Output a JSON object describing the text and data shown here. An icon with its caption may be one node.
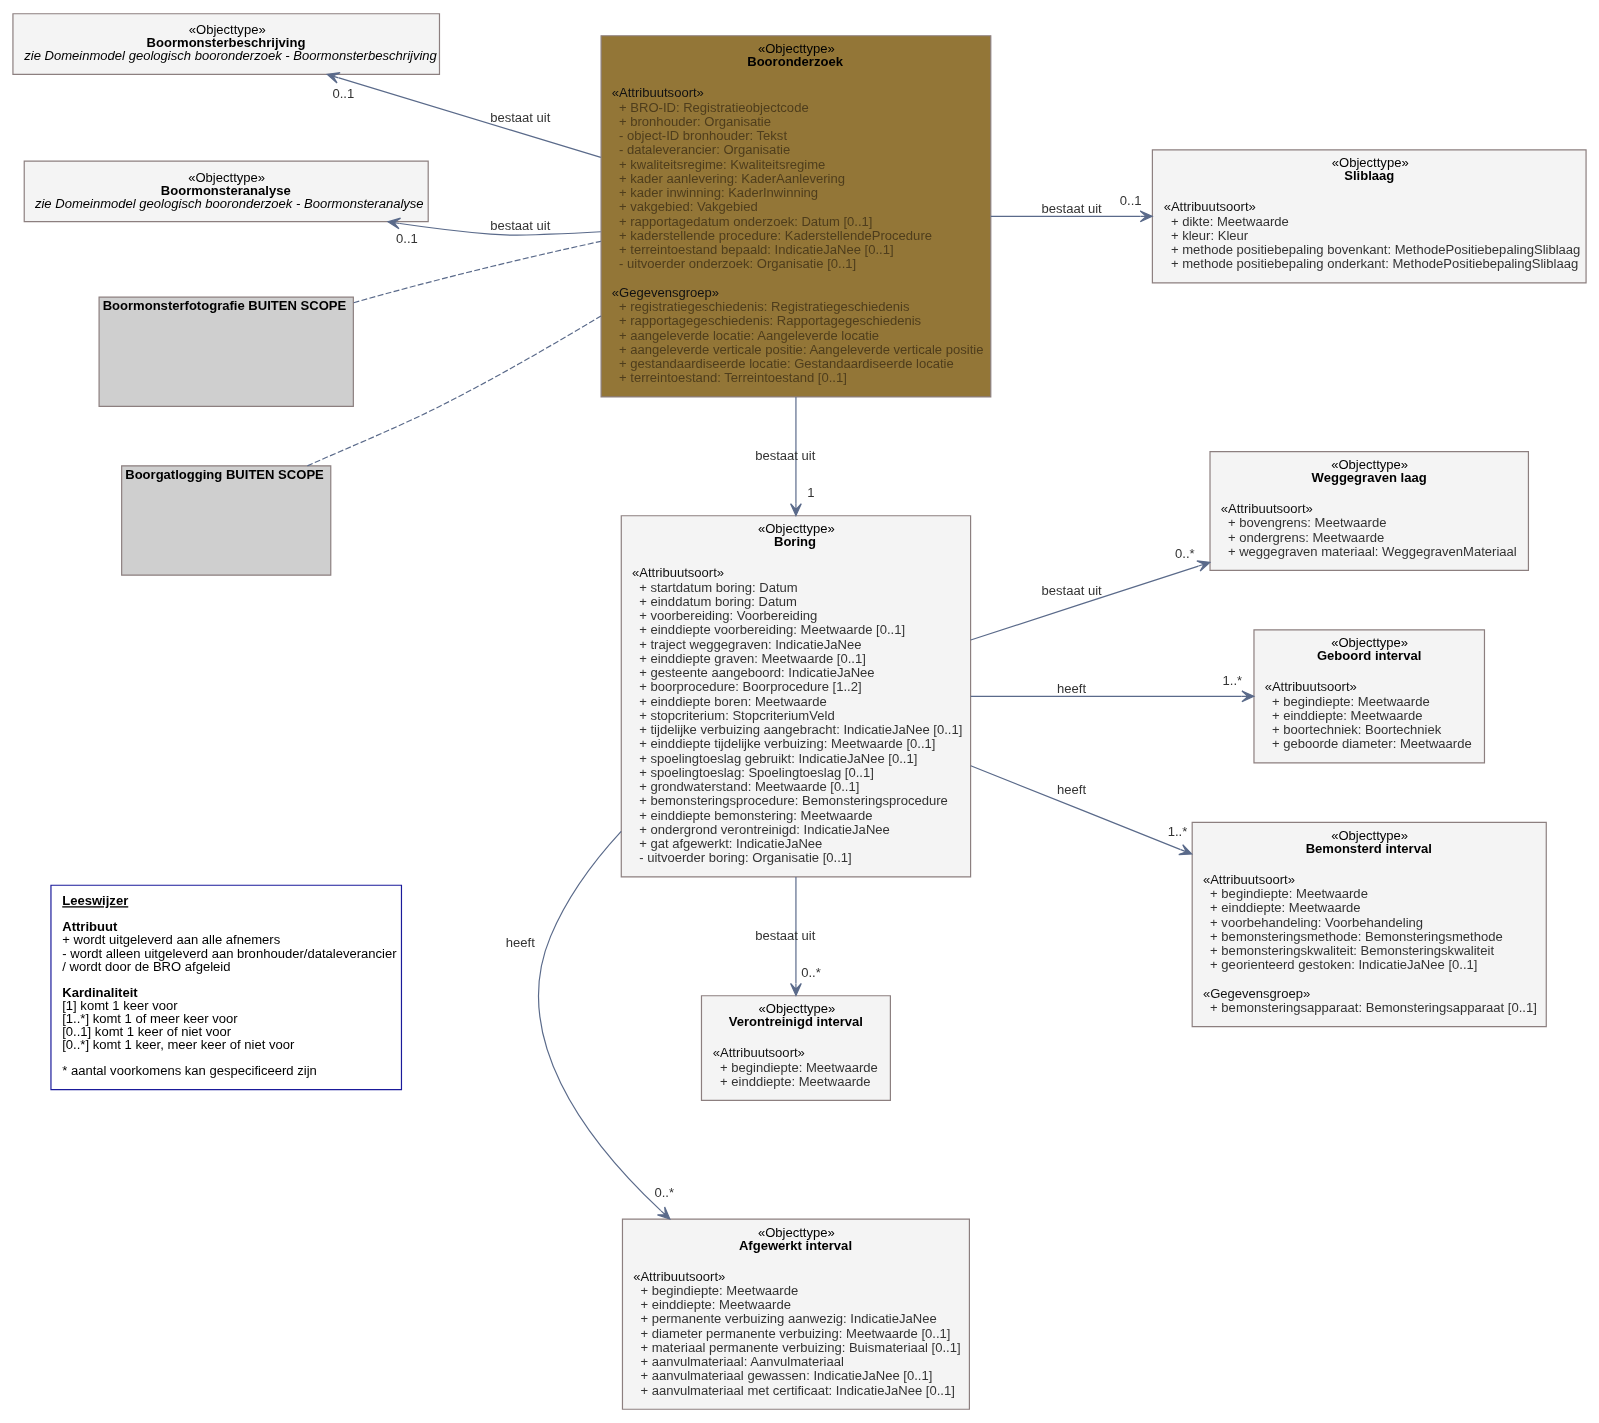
{
  "diagram": {
    "nodes": [
      {
        "text": [
          "«Objecttype»",
          "Boormonsterbeschrijving",
          "zie Domeinmodel geologisch booronderzoek - Boormonsterbeschrijving"
        ]
      },
      {
        "text": [
          "«Objecttype»",
          "Boormonsteranalyse",
          "zie Domeinmodel geologisch booronderzoek - Boormonsteranalyse"
        ]
      },
      {
        "text": [
          "Boormonsterfotografie BUITEN SCOPE"
        ]
      },
      {
        "text": [
          "Boorgatlogging BUITEN SCOPE"
        ]
      },
      {
        "text": [
          "«Objecttype»",
          "Booronderzoek",
          "«Attribuutsoort»",
          "+ BRO-ID: Registratieobjectcode",
          "+ bronhouder: Organisatie",
          "- object-ID bronhouder: Tekst",
          "- dataleverancier: Organisatie",
          "+ kwaliteitsregime: Kwaliteitsregime",
          "+ kader aanlevering: KaderAanlevering",
          "+ kader inwinning: KaderInwinning",
          "+ vakgebied: Vakgebied",
          "+ rapportagedatum onderzoek: Datum [0..1]",
          "+ kaderstellende procedure: KaderstellendeProcedure",
          "+ terreintoestand bepaald: IndicatieJaNee [0..1]",
          "- uitvoerder onderzoek: Organisatie [0..1]",
          "«Gegevensgroep»",
          "+ registratiegeschiedenis: Registratiegeschiedenis",
          "+ rapportagegeschiedenis: Rapportagegeschiedenis",
          "+ aangeleverde locatie: Aangeleverde locatie",
          "+ aangeleverde verticale positie: Aangeleverde verticale positie",
          "+ gestandaardiseerde locatie: Gestandaardiseerde locatie",
          "+ terreintoestand: Terreintoestand [0..1]"
        ]
      },
      {
        "text": [
          "«Objecttype»",
          "Sliblaag",
          "«Attribuutsoort»",
          "+ dikte: Meetwaarde",
          "+ kleur: Kleur",
          "+ methode positiebepaling bovenkant: MethodePositiebepalingSliblaag",
          "+ methode positiebepaling onderkant: MethodePositiebepalingSliblaag"
        ]
      },
      {
        "text": [
          "«Objecttype»",
          "Boring",
          "«Attribuutsoort»",
          "+ startdatum boring: Datum",
          "+ einddatum boring: Datum",
          "+ voorbereiding: Voorbereiding",
          "+ einddiepte voorbereiding: Meetwaarde [0..1]",
          "+ traject weggegraven: IndicatieJaNee",
          "+ einddiepte graven: Meetwaarde [0..1]",
          "+ gesteente aangeboord: IndicatieJaNee",
          "+ boorprocedure: Boorprocedure [1..2]",
          "+ einddiepte boren: Meetwaarde",
          "+ stopcriterium: StopcriteriumVeld",
          "+ tijdelijke verbuizing aangebracht: IndicatieJaNee [0..1]",
          "+ einddiepte tijdelijke verbuizing: Meetwaarde [0..1]",
          "+ spoelingtoeslag gebruikt: IndicatieJaNee [0..1]",
          "+ spoelingtoeslag: Spoelingtoeslag [0..1]",
          "+ grondwaterstand: Meetwaarde [0..1]",
          "+ bemonsteringsprocedure: Bemonsteringsprocedure",
          "+ einddiepte bemonstering: Meetwaarde",
          "+ ondergrond verontreinigd: IndicatieJaNee",
          "+ gat afgewerkt: IndicatieJaNee",
          "- uitvoerder boring: Organisatie [0..1]"
        ]
      },
      {
        "text": [
          "«Objecttype»",
          "Weggegraven laag",
          "«Attribuutsoort»",
          "+ bovengrens: Meetwaarde",
          "+ ondergrens: Meetwaarde",
          "+ weggegraven materiaal: WeggegravenMateriaal"
        ]
      },
      {
        "text": [
          "«Objecttype»",
          "Geboord interval",
          "«Attribuutsoort»",
          "+ begindiepte: Meetwaarde",
          "+ einddiepte: Meetwaarde",
          "+ boortechniek: Boortechniek",
          "+ geboorde diameter: Meetwaarde"
        ]
      },
      {
        "text": [
          "«Objecttype»",
          "Bemonsterd interval",
          "«Attribuutsoort»",
          "+ begindiepte: Meetwaarde",
          "+ einddiepte: Meetwaarde",
          "+ voorbehandeling: Voorbehandeling",
          "+ bemonsteringsmethode: Bemonsteringsmethode",
          "+ bemonsteringskwaliteit: Bemonsteringskwaliteit",
          "+ georienteerd gestoken: IndicatieJaNee [0..1]",
          "«Gegevensgroep»",
          "+ bemonsteringsapparaat: Bemonsteringsapparaat [0..1]"
        ]
      },
      {
        "text": [
          "«Objecttype»",
          "Verontreinigd interval",
          "«Attribuutsoort»",
          "+ begindiepte: Meetwaarde",
          "+ einddiepte: Meetwaarde"
        ]
      },
      {
        "text": [
          "«Objecttype»",
          "Afgewerkt interval",
          "«Attribuutsoort»",
          "+ begindiepte: Meetwaarde",
          "+ einddiepte: Meetwaarde",
          "+ permanente verbuizing aanwezig: IndicatieJaNee",
          "+ diameter permanente verbuizing: Meetwaarde [0..1]",
          "+ materiaal permanente verbuizing: Buismateriaal [0..1]",
          "+ aanvulmateriaal: Aanvulmateriaal",
          "+ aanvulmateriaal gewassen: IndicatieJaNee [0..1]",
          "+ aanvulmateriaal met certificaat: IndicatieJaNee [0..1]"
        ]
      },
      {
        "text": [
          "Leeswijzer",
          "Attribuut",
          "+ wordt uitgeleverd aan alle afnemers",
          "- wordt alleen uitgeleverd aan bronhouder/dataleverancier",
          "/ wordt door de BRO afgeleid",
          "Kardinaliteit",
          "[1] komt 1 keer voor",
          "[1..*] komt 1 of meer keer voor",
          "[0..1] komt 1 keer of niet voor",
          "[0..*] komt 1 keer, meer keer of niet voor",
          "* aantal voorkomens kan gespecificeerd zijn"
        ]
      }
    ],
    "edges": [
      {
        "from": 4,
        "to": 0,
        "arrow": "to",
        "label": "bestaat uit"
      },
      {
        "from": 4,
        "to": 1,
        "arrow": "to",
        "label": "bestaat uit"
      },
      {
        "from": 2,
        "to": 4,
        "arrow": "none",
        "style": "dashed"
      },
      {
        "from": 3,
        "to": 4,
        "arrow": "none",
        "style": "dashed"
      },
      {
        "from": 4,
        "to": 5,
        "arrow": "to",
        "label": "bestaat uit"
      },
      {
        "from": 4,
        "to": 6,
        "arrow": "to",
        "label": "bestaat uit"
      },
      {
        "from": 6,
        "to": 7,
        "arrow": "to",
        "label": "bestaat uit"
      },
      {
        "from": 6,
        "to": 8,
        "arrow": "to",
        "label": "heeft"
      },
      {
        "from": 6,
        "to": 9,
        "arrow": "to",
        "label": "heeft"
      },
      {
        "from": 6,
        "to": 10,
        "arrow": "to",
        "label": "bestaat uit"
      },
      {
        "from": 6,
        "to": 11,
        "arrow": "to",
        "label": "heeft"
      }
    ],
    "labels": [
      "0..1",
      "0..1",
      "0..1",
      "1",
      "0..*",
      "1..*",
      "1..*",
      "0..*",
      "0..*"
    ]
  }
}
